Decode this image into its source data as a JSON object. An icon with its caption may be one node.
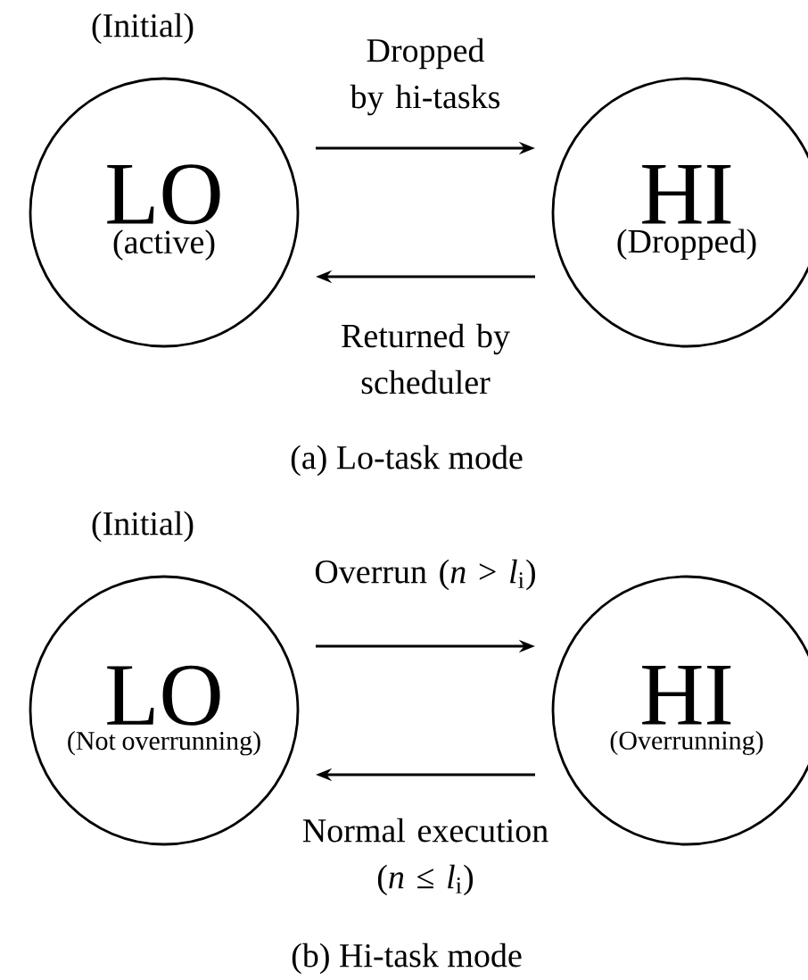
{
  "diagram": {
    "nodes": [
      {
        "text": [
          "LO",
          "(active)"
        ],
        "beside": [
          "(Initial)"
        ]
      },
      {
        "text": [
          "HI",
          "(Dropped)"
        ]
      },
      {
        "text": [
          "LO",
          "(Not overrunning)"
        ],
        "beside": [
          "(Initial)"
        ]
      },
      {
        "text": [
          "HI",
          "(Overrunning)"
        ]
      }
    ],
    "edges": [
      {
        "from": 0,
        "to": 1,
        "arrow": "to",
        "label": "Dropped by hi-tasks"
      },
      {
        "from": 1,
        "to": 0,
        "arrow": "to",
        "label": "Returned by scheduler"
      },
      {
        "from": 2,
        "to": 3,
        "arrow": "to",
        "label": "Overrun (*n* > *l*$_{i}$)"
      },
      {
        "from": 3,
        "to": 2,
        "arrow": "to",
        "label": "Normal execution (*n* ≤ *l*$_{i}$)"
      }
    ],
    "labels": [
      "(a) Lo-task mode",
      "(b) Hi-task mode"
    ]
  }
}
